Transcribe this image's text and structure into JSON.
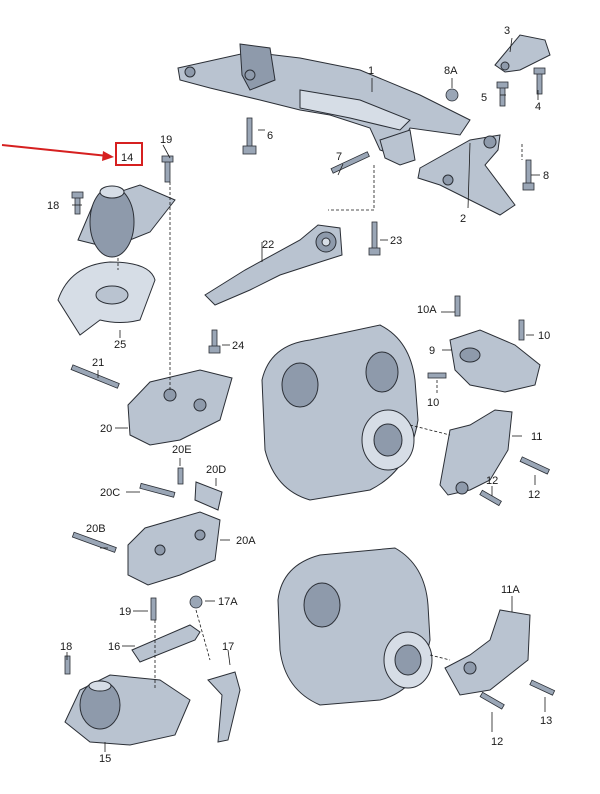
{
  "labels": {
    "l1": "1",
    "l2": "2",
    "l3": "3",
    "l4": "4",
    "l5": "5",
    "l6": "6",
    "l7": "7",
    "l8": "8",
    "l8A": "8A",
    "l9": "9",
    "l10a": "10A",
    "l10b": "10",
    "l10c": "10",
    "l11": "11",
    "l11A": "11A",
    "l12a": "12",
    "l12b": "12",
    "l12c": "12",
    "l13": "13",
    "l14": "14",
    "l15": "15",
    "l16": "16",
    "l17": "17",
    "l17A": "17A",
    "l18a": "18",
    "l18b": "18",
    "l19a": "19",
    "l19b": "19",
    "l20": "20",
    "l20A": "20A",
    "l20B": "20B",
    "l20C": "20C",
    "l20D": "20D",
    "l20E": "20E",
    "l21": "21",
    "l22": "22",
    "l23": "23",
    "l24": "24",
    "l25": "25"
  },
  "colors": {
    "highlight": "#d62020",
    "part": "#b9c3d0",
    "line": "#1a1a1a"
  }
}
